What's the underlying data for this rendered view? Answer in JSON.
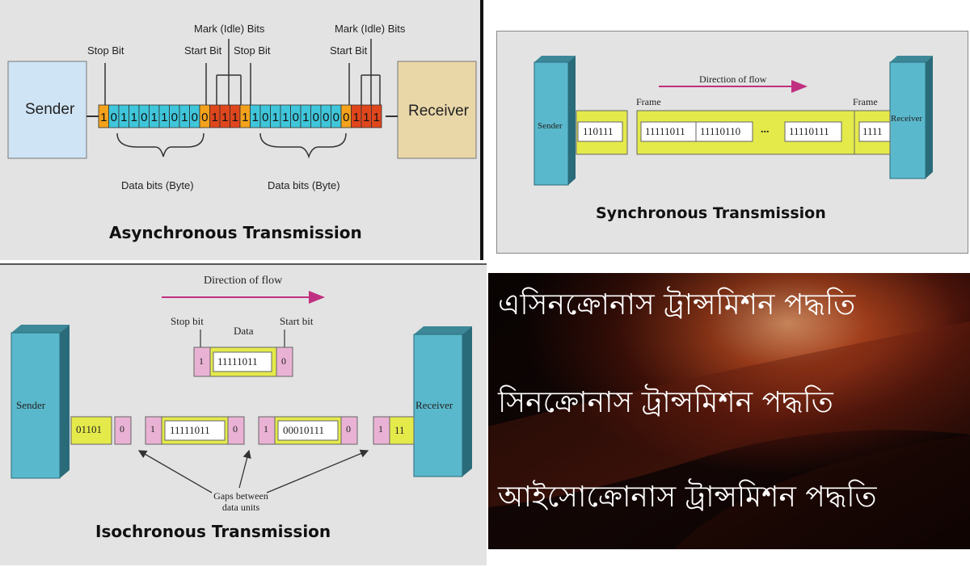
{
  "async": {
    "title": "Asynchronous Transmission",
    "sender": "Sender",
    "receiver": "Receiver",
    "stop_bit": "Stop Bit",
    "start_bit": "Start Bit",
    "mark_idle_bits": "Mark (Idle) Bits",
    "data_bits": "Data bits (Byte)",
    "bits": [
      "1",
      "0",
      "1",
      "1",
      "0",
      "1",
      "1",
      "0",
      "1",
      "0",
      "0",
      "1",
      "1",
      "1",
      "1",
      "1",
      "0",
      "1",
      "1",
      "0",
      "1",
      "0",
      "0",
      "0",
      "0",
      "1",
      "1",
      "1"
    ],
    "bit_colors": [
      "orange",
      "cyan",
      "cyan",
      "cyan",
      "cyan",
      "cyan",
      "cyan",
      "cyan",
      "cyan",
      "cyan",
      "orange",
      "red",
      "red",
      "red",
      "orange",
      "cyan",
      "cyan",
      "cyan",
      "cyan",
      "cyan",
      "cyan",
      "cyan",
      "cyan",
      "cyan",
      "orange",
      "red",
      "red",
      "red"
    ]
  },
  "sync": {
    "title": "Synchronous Transmission",
    "direction": "Direction of flow",
    "frame": "Frame",
    "sender": "Sender",
    "receiver": "Receiver",
    "cells": [
      "110111",
      "11111011",
      "11110110",
      "...",
      "11110111",
      "1111"
    ]
  },
  "iso": {
    "title": "Isochronous Transmission",
    "direction": "Direction of flow",
    "stop_bit": "Stop bit",
    "data": "Data",
    "start_bit": "Start bit",
    "sender": "Sender",
    "receiver": "Receiver",
    "unit_top": [
      "1",
      "11111011",
      "0"
    ],
    "unit1": [
      "01101",
      "0"
    ],
    "unit2": [
      "1",
      "11111011",
      "0"
    ],
    "unit3": [
      "1",
      "00010111",
      "0"
    ],
    "unit4": [
      "1",
      "11"
    ],
    "gaps": "Gaps between data units"
  },
  "bangla": {
    "line1": "এসিনক্রোনাস ট্রান্সমিশন পদ্ধতি",
    "line2": "সিনক্রোনাস ট্রান্সমিশন পদ্ধতি",
    "line3": "আইসোক্রোনাস ট্রান্সমিশন পদ্ধতি"
  },
  "colors": {
    "panel_bg": "#e3e3e3",
    "sender_blue": "#cfe4f5",
    "receiver_tan": "#ead7a8",
    "cyan": "#3fc6da",
    "orange": "#f4a21c",
    "red": "#e0461c",
    "teal": "#5ab8cc",
    "yellow": "#e4ea4a",
    "pink": "#e9b2d4",
    "magenta": "#c03080"
  }
}
